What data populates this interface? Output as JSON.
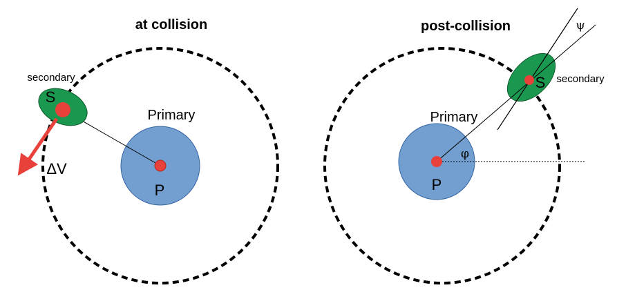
{
  "panels": [
    {
      "title": "at collision",
      "primary_label": "Primary",
      "primary_center_label": "P",
      "secondary_label": "secondary",
      "secondary_center_label": "S",
      "delta_v_label": "ΔV"
    },
    {
      "title": "post-collision",
      "primary_label": "Primary",
      "primary_center_label": "P",
      "secondary_label": "secondary",
      "secondary_center_label": "S",
      "phi_label": "φ",
      "psi_label": "ψ"
    }
  ],
  "colors": {
    "primary_fill": "#729fcf",
    "primary_stroke": "#3465a4",
    "secondary_fill": "#1a9850",
    "secondary_stroke": "#0d5a2a",
    "center_dot": "#e8403a",
    "delta_v_arrow": "#e8403a",
    "orbit": "#000000"
  }
}
